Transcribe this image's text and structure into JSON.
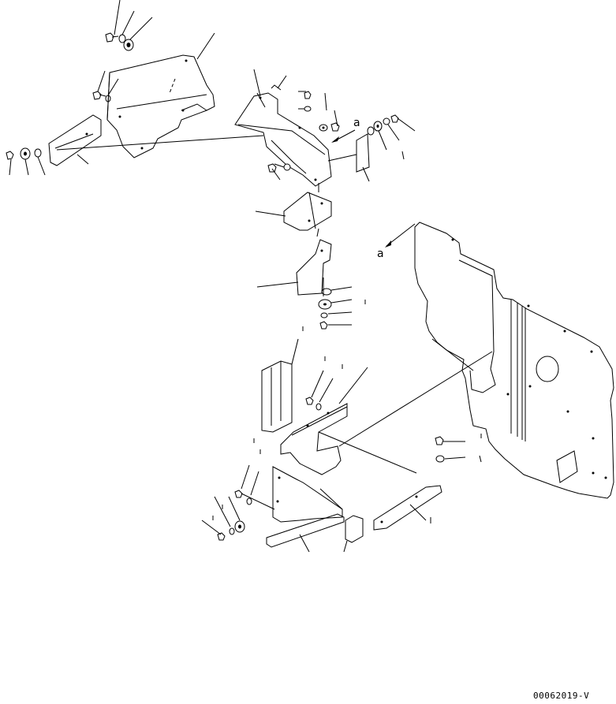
{
  "diagram": {
    "callout_upper": "a",
    "callout_lower": "a",
    "drawing_code": "00062019-V"
  }
}
